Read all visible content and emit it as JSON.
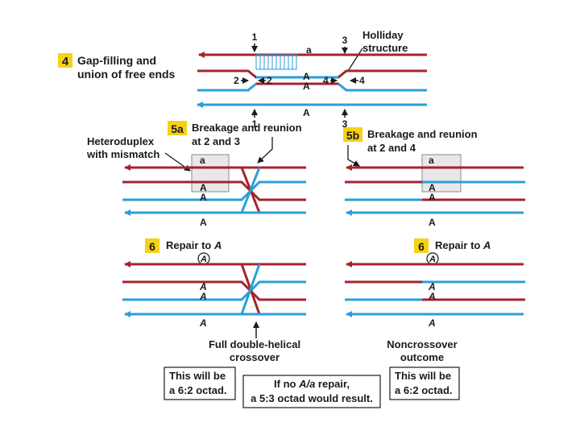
{
  "colors": {
    "red": "#a3242c",
    "blue": "#2a9fd8",
    "step_badge": "#f7d117",
    "heteroduplex_shade": "#d9d9d9",
    "text": "#1a1a1a"
  },
  "step4": {
    "badge": "4",
    "title_line1": "Gap-filling and",
    "title_line2": "union of free ends",
    "holliday_line1": "Holliday",
    "holliday_line2": "structure",
    "marker_1": "1",
    "marker_2a": "2",
    "marker_2b": "2",
    "marker_3": "3",
    "marker_4a": "4",
    "marker_4b": "4",
    "marker_1b": "1",
    "marker_3b": "3",
    "allele_a": "a",
    "allele_A1": "A",
    "allele_A2": "A",
    "allele_A3": "A"
  },
  "step5a": {
    "badge": "5a",
    "title_line1": "Breakage and reunion",
    "title_line2": "at 2 and 3",
    "heteroduplex_line1": "Heteroduplex",
    "heteroduplex_line2": "with mismatch",
    "allele_a": "a",
    "allele_A1": "A",
    "allele_A2": "A",
    "allele_A3": "A"
  },
  "step5b": {
    "badge": "5b",
    "title_line1": "Breakage and reunion",
    "title_line2": "at 2 and 4",
    "allele_a": "a",
    "allele_A1": "A",
    "allele_A2": "A",
    "allele_A3": "A"
  },
  "step6_left": {
    "badge": "6",
    "title_prefix": "Repair to ",
    "title_allele": "A",
    "allele_circled": "A",
    "allele_A1": "A",
    "allele_A2": "A",
    "allele_A3": "A",
    "outcome_line1": "Full double-helical",
    "outcome_line2": "crossover"
  },
  "step6_right": {
    "badge": "6",
    "title_prefix": "Repair to ",
    "title_allele": "A",
    "allele_circled": "A",
    "allele_A1": "A",
    "allele_A2": "A",
    "allele_A3": "A",
    "outcome_line1": "Noncrossover",
    "outcome_line2": "outcome"
  },
  "boxes": {
    "left_line1": "This will be",
    "left_line2": "a 6:2 octad.",
    "middle_line1_prefix": "If no ",
    "middle_line1_allele": "A/a",
    "middle_line1_suffix": " repair,",
    "middle_line2": "a 5:3 octad would result.",
    "right_line1": "This will be",
    "right_line2": "a 6:2 octad."
  }
}
